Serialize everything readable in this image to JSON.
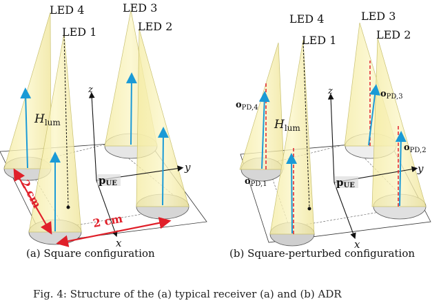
{
  "panel_a": {
    "caption": "(a) Square configuration",
    "leds": [
      "LED 4",
      "LED 3",
      "LED 1",
      "LED 2"
    ],
    "h_label": "H",
    "h_sub": "lum",
    "axis_x": "x",
    "axis_y": "y",
    "axis_z": "z",
    "ue_label": "p",
    "ue_sub": "UE",
    "dim_vertical": "2 cm",
    "dim_horizontal": "2 cm"
  },
  "panel_b": {
    "caption": "(b) Square-perturbed configuration",
    "leds": [
      "LED 4",
      "LED 3",
      "LED 1",
      "LED 2"
    ],
    "h_label": "H",
    "h_sub": "lum",
    "axis_x": "x",
    "axis_y": "y",
    "axis_z": "z",
    "ue_label": "p",
    "ue_sub": "UE",
    "pd_labels": [
      {
        "main": "o",
        "sub": "PD,4"
      },
      {
        "main": "o",
        "sub": "PD,3"
      },
      {
        "main": "o",
        "sub": "PD,1"
      },
      {
        "main": "o",
        "sub": "PD,2"
      }
    ]
  },
  "figure_caption": "Fig. 4: Structure of the (a) typical receiver (a) and (b) ADR",
  "colors": {
    "cone_fill": "#f7f0a8",
    "cone_edge": "#c8c070",
    "arrow_blue": "#1a9ad6",
    "red_dashed": "#e0202a",
    "dimension_red": "#e0202a",
    "pd_disk": "#d6d6d6"
  }
}
